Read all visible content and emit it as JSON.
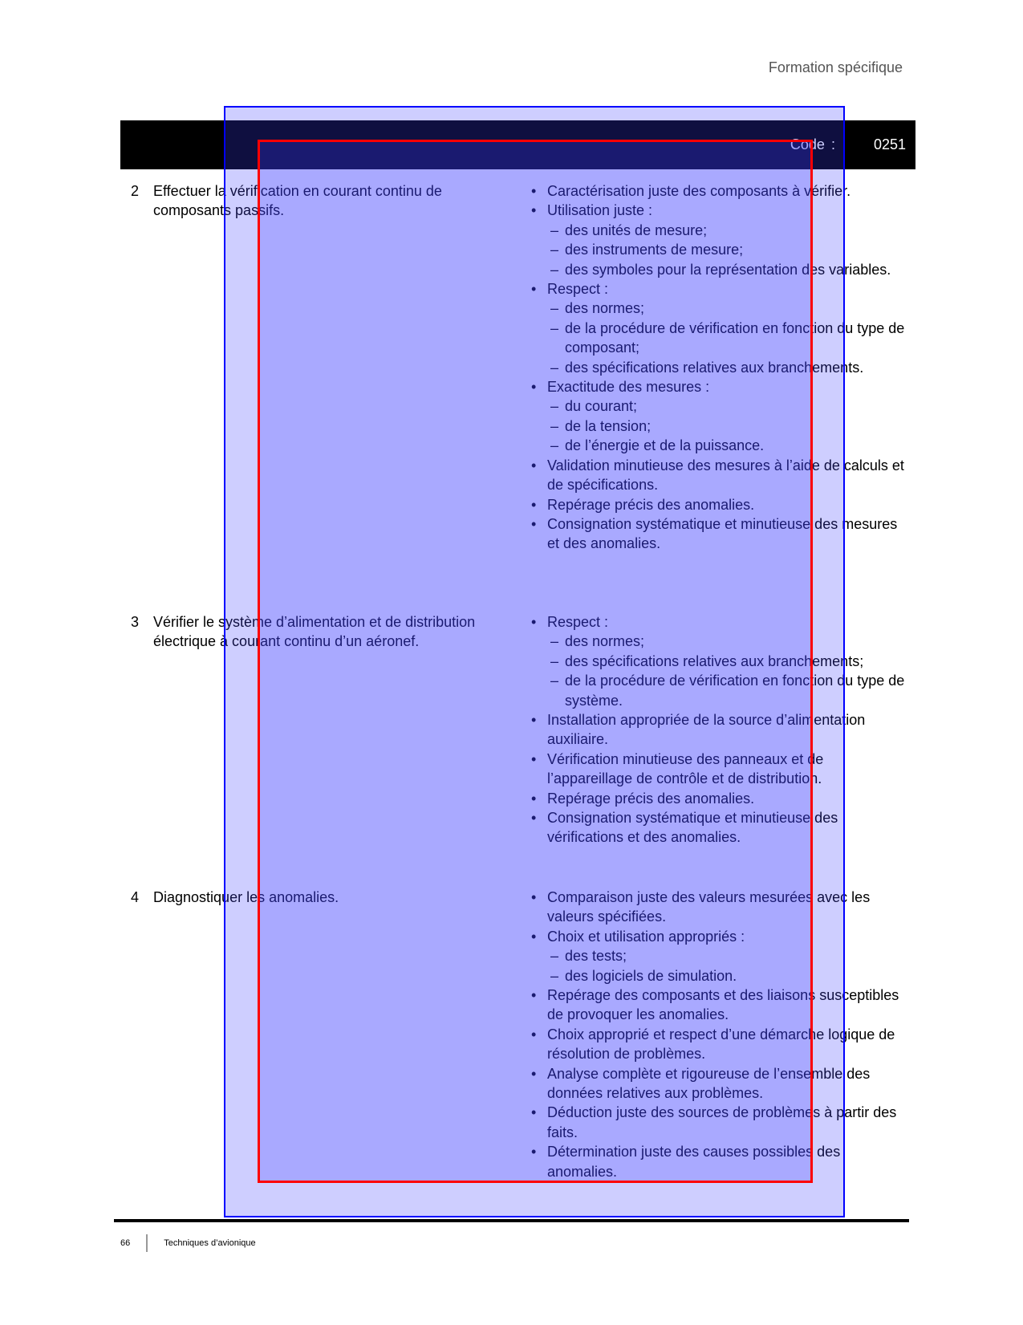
{
  "header": {
    "title": "Formation spécifique",
    "code_label": "Code",
    "code_sep": ":",
    "code_value": "0251"
  },
  "rows": [
    {
      "number": "2",
      "element": "Effectuer la vérification en courant continu de composants passifs.",
      "criteria": [
        {
          "t": "b",
          "text": "Caractérisation juste des composants à vérifier."
        },
        {
          "t": "b",
          "text": "Utilisation juste :"
        },
        {
          "t": "s",
          "text": "des unités de mesure;"
        },
        {
          "t": "s",
          "text": "des instruments de mesure;"
        },
        {
          "t": "s",
          "text": "des symboles pour la représentation des variables."
        },
        {
          "t": "b",
          "text": "Respect :"
        },
        {
          "t": "s",
          "text": "des normes;"
        },
        {
          "t": "s",
          "text": "de la procédure de vérification en fonction du type de composant;"
        },
        {
          "t": "s",
          "text": "des spécifications relatives aux branchements."
        },
        {
          "t": "b",
          "text": "Exactitude des mesures :"
        },
        {
          "t": "s",
          "text": "du courant;"
        },
        {
          "t": "s",
          "text": "de la tension;"
        },
        {
          "t": "s",
          "text": "de l’énergie et de la puissance."
        },
        {
          "t": "b",
          "text": "Validation minutieuse des mesures à l’aide de calculs et de spécifications."
        },
        {
          "t": "b",
          "text": "Repérage précis des anomalies."
        },
        {
          "t": "b",
          "text": "Consignation systématique et minutieuse des mesures et des anomalies."
        }
      ]
    },
    {
      "number": "3",
      "element": "Vérifier le système d’alimentation et de distribution électrique à courant continu d’un aéronef.",
      "criteria": [
        {
          "t": "b",
          "text": "Respect :"
        },
        {
          "t": "s",
          "text": "des normes;"
        },
        {
          "t": "s",
          "text": "des spécifications relatives aux branchements;"
        },
        {
          "t": "s",
          "text": "de la procédure de vérification en fonction du type de système."
        },
        {
          "t": "b",
          "text": "Installation appropriée de la source d’alimentation auxiliaire."
        },
        {
          "t": "b",
          "text": "Vérification minutieuse des panneaux et de l’appareillage de contrôle et de distribution."
        },
        {
          "t": "b",
          "text": "Repérage précis des anomalies."
        },
        {
          "t": "b",
          "text": "Consignation systématique et minutieuse des vérifications et des anomalies."
        }
      ]
    },
    {
      "number": "4",
      "element": "Diagnostiquer les anomalies.",
      "criteria": [
        {
          "t": "b",
          "text": "Comparaison juste des valeurs mesurées avec les valeurs spécifiées."
        },
        {
          "t": "b",
          "text": "Choix et utilisation appropriés :"
        },
        {
          "t": "s",
          "text": "des tests;"
        },
        {
          "t": "s",
          "text": "des logiciels de simulation."
        },
        {
          "t": "b",
          "text": "Repérage des composants et des liaisons susceptibles de provoquer les anomalies."
        },
        {
          "t": "b",
          "text": "Choix approprié et respect d’une démarche logique de résolution de problèmes."
        },
        {
          "t": "b",
          "text": "Analyse complète et rigoureuse de l’ensemble des données relatives aux problèmes."
        },
        {
          "t": "b",
          "text": "Déduction juste des sources de problèmes à partir des faits."
        },
        {
          "t": "b",
          "text": "Détermination juste des causes possibles des anomalies."
        }
      ]
    }
  ],
  "footer": {
    "page": "66",
    "title": "Techniques d’avionique"
  }
}
